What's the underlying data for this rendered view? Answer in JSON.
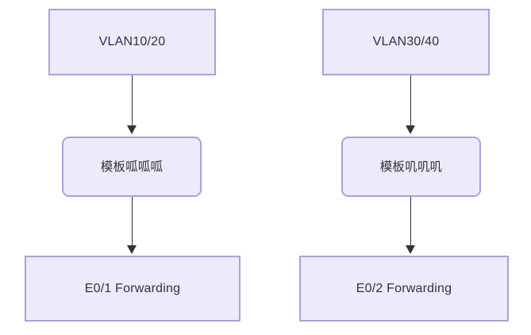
{
  "diagram": {
    "type": "flowchart",
    "direction": "top-to-bottom",
    "background_color": "#FFFFFF",
    "node_fill_color": "#ECEAFB",
    "node_border_color": "#B39DDB",
    "node_text_color": "#333333",
    "edge_color": "#333333",
    "flows": [
      {
        "id": "left-flow",
        "nodes": [
          {
            "id": "vlan-10-20",
            "label": "VLAN10/20",
            "shape": "rectangle"
          },
          {
            "id": "template-guagua",
            "label": "模板呱呱呱",
            "shape": "rounded-rectangle"
          },
          {
            "id": "e0-1-forwarding",
            "label": "E0/1 Forwarding",
            "shape": "rectangle"
          }
        ],
        "edges": [
          {
            "from": "vlan-10-20",
            "to": "template-guagua",
            "style": "solid-arrow"
          },
          {
            "from": "template-guagua",
            "to": "e0-1-forwarding",
            "style": "solid-arrow"
          }
        ]
      },
      {
        "id": "right-flow",
        "nodes": [
          {
            "id": "vlan-30-40",
            "label": "VLAN30/40",
            "shape": "rectangle"
          },
          {
            "id": "template-jiji",
            "label": "模板叽叽叽",
            "shape": "rounded-rectangle"
          },
          {
            "id": "e0-2-forwarding",
            "label": "E0/2 Forwarding",
            "shape": "rectangle"
          }
        ],
        "edges": [
          {
            "from": "vlan-30-40",
            "to": "template-jiji",
            "style": "solid-arrow"
          },
          {
            "from": "template-jiji",
            "to": "e0-2-forwarding",
            "style": "solid-arrow"
          }
        ]
      }
    ]
  }
}
